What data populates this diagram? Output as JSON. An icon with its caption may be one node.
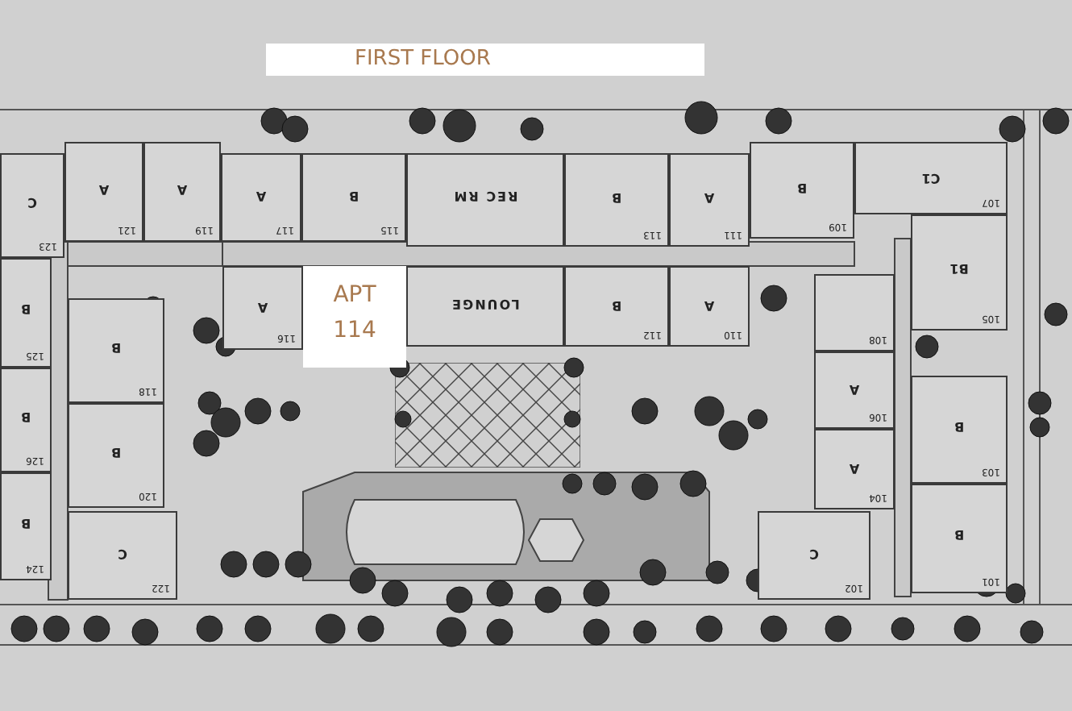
{
  "diagram": {
    "title": "FIRST FLOOR",
    "nodes": [
      {
        "text": [
          "C",
          "123"
        ]
      },
      {
        "text": [
          "A",
          "121"
        ]
      },
      {
        "text": [
          "A",
          "119"
        ]
      },
      {
        "text": [
          "A",
          "117"
        ]
      },
      {
        "text": [
          "B",
          "115"
        ]
      },
      {
        "text": [
          "REC RM"
        ]
      },
      {
        "text": [
          "B",
          "113"
        ]
      },
      {
        "text": [
          "A",
          "111"
        ]
      },
      {
        "text": [
          "B",
          "109"
        ]
      },
      {
        "text": [
          "C1",
          "107"
        ]
      },
      {
        "text": [
          "B1",
          "105"
        ]
      },
      {
        "text": [
          "A",
          "116"
        ]
      },
      {
        "text": [
          "APT 114"
        ]
      },
      {
        "text": [
          "LOUNGE"
        ]
      },
      {
        "text": [
          "B",
          "112"
        ]
      },
      {
        "text": [
          "A",
          "110"
        ]
      },
      {
        "text": [
          "B",
          "125"
        ]
      },
      {
        "text": [
          "B",
          "118"
        ]
      },
      {
        "text": [
          "108"
        ]
      },
      {
        "text": [
          "B",
          "126"
        ]
      },
      {
        "text": [
          "B",
          "120"
        ]
      },
      {
        "text": [
          "A",
          "106"
        ]
      },
      {
        "text": [
          "B",
          "103"
        ]
      },
      {
        "text": [
          "A",
          "104"
        ]
      },
      {
        "text": [
          "B",
          "124"
        ]
      },
      {
        "text": [
          "C",
          "122"
        ]
      },
      {
        "text": [
          "C",
          "102"
        ]
      },
      {
        "text": [
          "B",
          "101"
        ]
      }
    ]
  }
}
